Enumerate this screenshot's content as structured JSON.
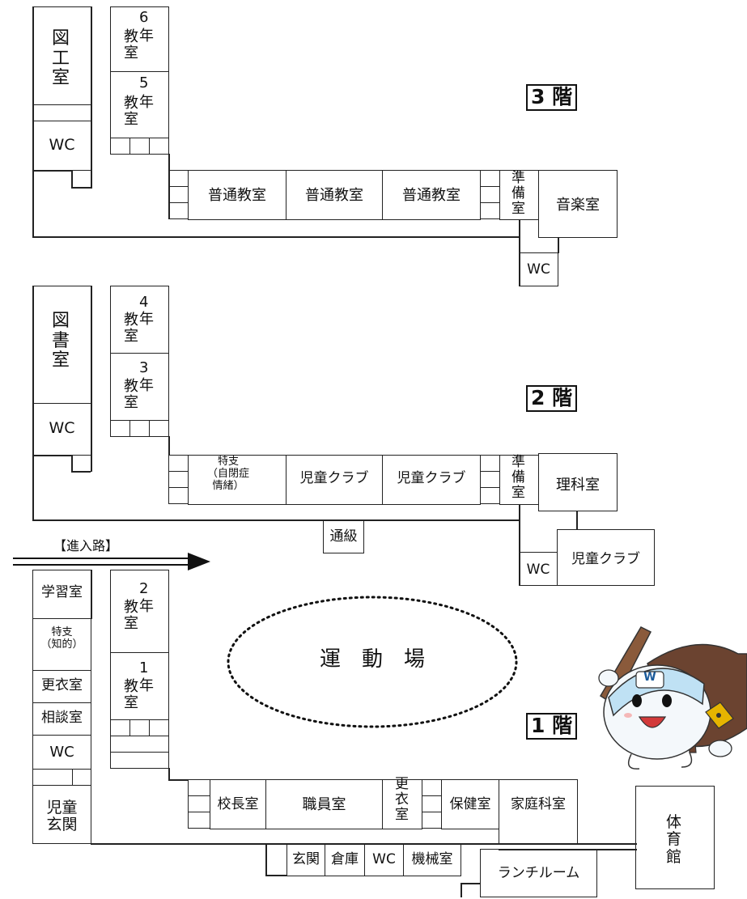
{
  "floors": {
    "f3": "3 階",
    "f2": "2 階",
    "f1": "1 階"
  },
  "f3": {
    "zuko": "図工室",
    "wc_left": "WC",
    "grade6": "教室",
    "grade6_num": "6",
    "grade6_nen": "年",
    "grade5": "教室",
    "grade5_num": "5",
    "grade5_nen": "年",
    "room1": "普通教室",
    "room2": "普通教室",
    "room3": "普通教室",
    "junbi": "準備室",
    "ongaku": "音楽室",
    "wc_right": "WC"
  },
  "f2": {
    "tosho": "図書室",
    "wc_left": "WC",
    "grade4": "教室",
    "grade4_num": "4",
    "grade4_nen": "年",
    "grade3": "教室",
    "grade3_num": "3",
    "grade3_nen": "年",
    "tokushi": "特支\n（自閉症\n情緒）",
    "club1": "児童クラブ",
    "club2": "児童クラブ",
    "junbi": "準備室",
    "rika": "理科室",
    "tsukyu": "通級",
    "wc_right": "WC",
    "club3": "児童クラブ"
  },
  "approach": "【進入路】",
  "f1": {
    "gakushu": "学習室",
    "tokushi": "特支\n（知的）",
    "koui_left": "更衣室",
    "sodan": "相談室",
    "wc_left": "WC",
    "genkan_child": "児童\n玄関",
    "grade2": "教室",
    "grade2_num": "2",
    "grade2_nen": "年",
    "grade1": "教室",
    "grade1_num": "1",
    "grade1_nen": "年",
    "undojo": "運　動　場",
    "kocho": "校長室",
    "shokuin": "職員室",
    "koui_mid": "更衣室",
    "hoken": "保健室",
    "katei": "家庭科室",
    "taiiku": "体育館",
    "genkan": "玄関",
    "soko": "倉庫",
    "wc_bottom": "WC",
    "kikai": "機械室",
    "lunch": "ランチルーム"
  },
  "mascot": {
    "cap_letter": "W"
  }
}
